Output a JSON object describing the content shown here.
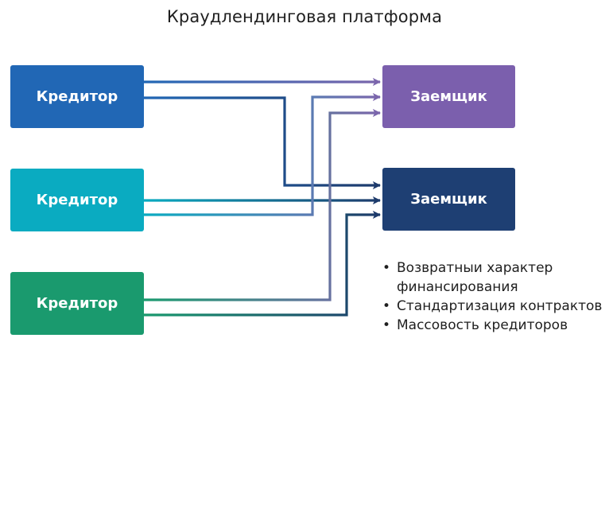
{
  "title": "Краудлендинговая платформа",
  "lenders": [
    {
      "label": "Кредитор",
      "color": "#2167b5"
    },
    {
      "label": "Кредитор",
      "color": "#0aabc1"
    },
    {
      "label": "Кредитор",
      "color": "#1a9a6e"
    }
  ],
  "borrowers": [
    {
      "label": "Заемщик",
      "color": "#7b5fad"
    },
    {
      "label": "Заемщик",
      "color": "#1e3f73"
    }
  ],
  "features": [
    "Возвратныи характер финансирования",
    "Стандартизация контрактов",
    "Массовость кредиторов"
  ],
  "colors": {
    "text": "#1f1f1f",
    "to_first_borrower": "#7b66ac",
    "to_second_borrower": "#1d3a6b"
  }
}
